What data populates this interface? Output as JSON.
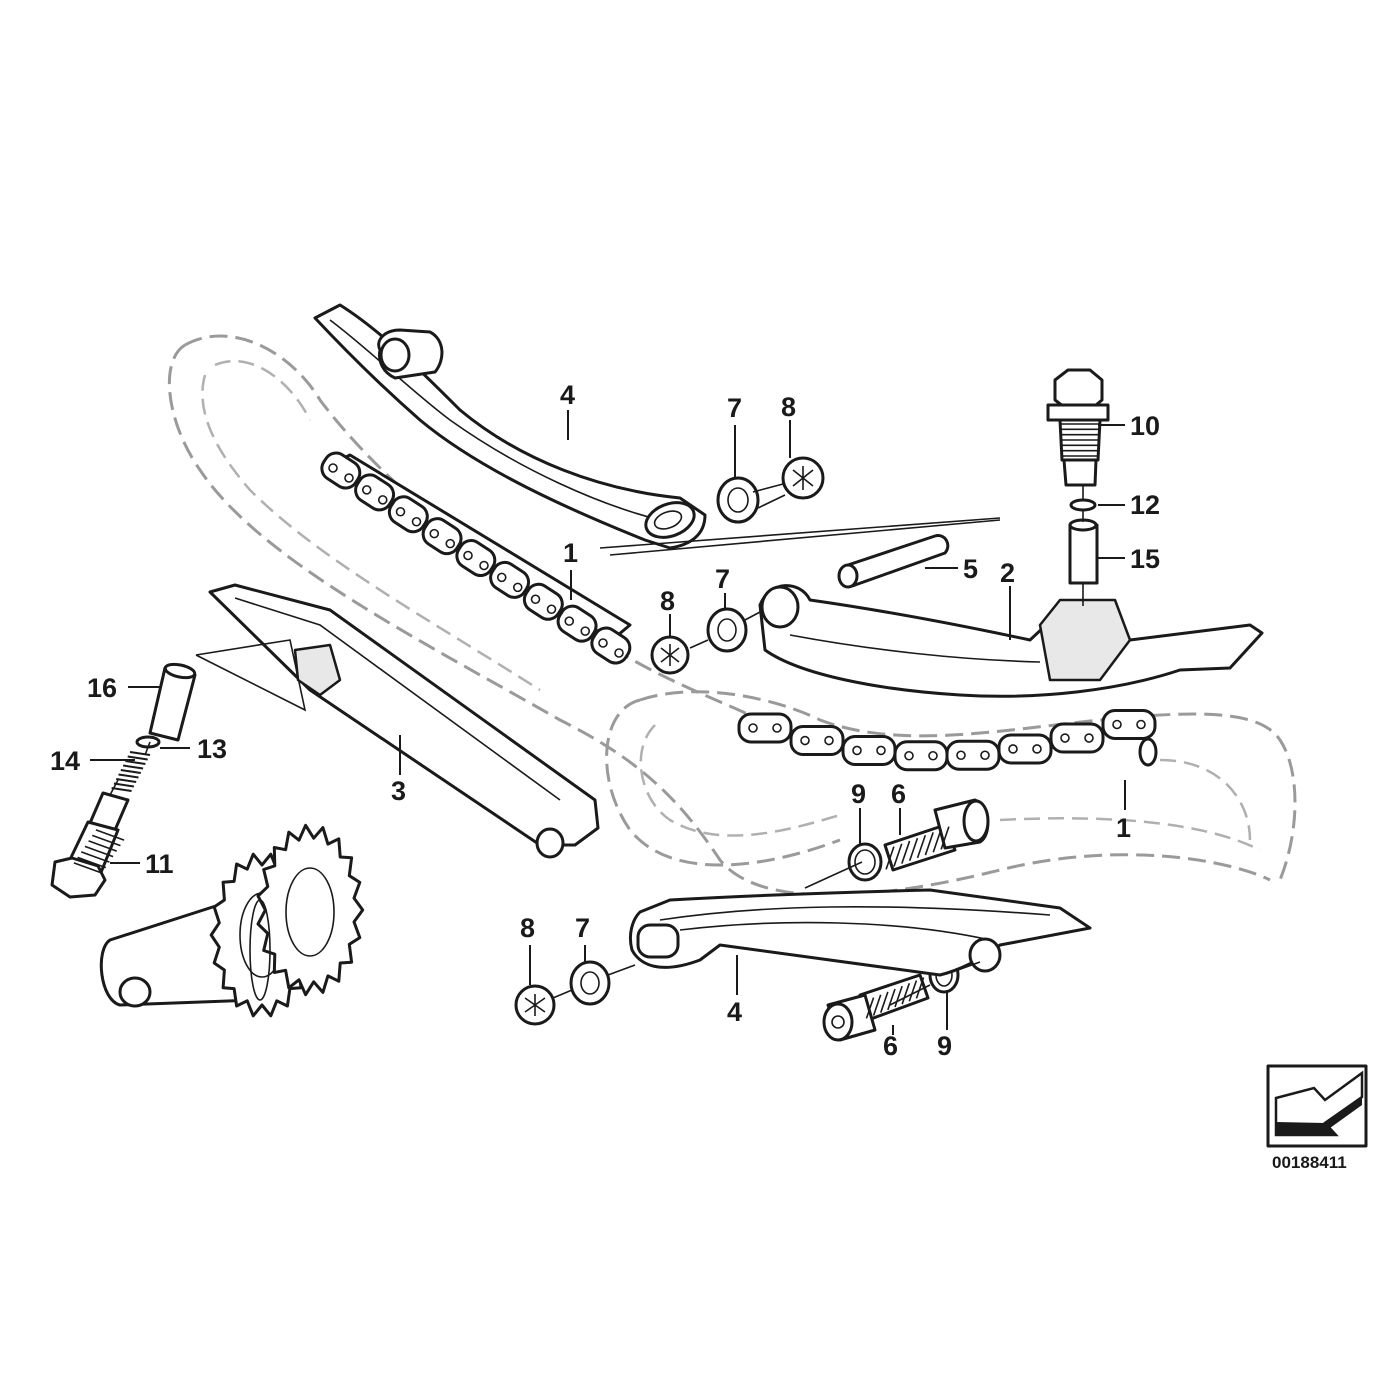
{
  "diagram_id": "00188411",
  "callouts": [
    {
      "id": "c4a",
      "text": "4"
    },
    {
      "id": "c7a",
      "text": "7"
    },
    {
      "id": "c8a",
      "text": "8"
    },
    {
      "id": "c10",
      "text": "10"
    },
    {
      "id": "c12",
      "text": "12"
    },
    {
      "id": "c15",
      "text": "15"
    },
    {
      "id": "c1a",
      "text": "1"
    },
    {
      "id": "c5",
      "text": "5"
    },
    {
      "id": "c2",
      "text": "2"
    },
    {
      "id": "c8b",
      "text": "8"
    },
    {
      "id": "c7b",
      "text": "7"
    },
    {
      "id": "c16",
      "text": "16"
    },
    {
      "id": "c13",
      "text": "13"
    },
    {
      "id": "c14",
      "text": "14"
    },
    {
      "id": "c3",
      "text": "3"
    },
    {
      "id": "c11",
      "text": "11"
    },
    {
      "id": "c9a",
      "text": "9"
    },
    {
      "id": "c6a",
      "text": "6"
    },
    {
      "id": "c1b",
      "text": "1"
    },
    {
      "id": "c8c",
      "text": "8"
    },
    {
      "id": "c7c",
      "text": "7"
    },
    {
      "id": "c4b",
      "text": "4"
    },
    {
      "id": "c6b",
      "text": "6"
    },
    {
      "id": "c9b",
      "text": "9"
    }
  ]
}
